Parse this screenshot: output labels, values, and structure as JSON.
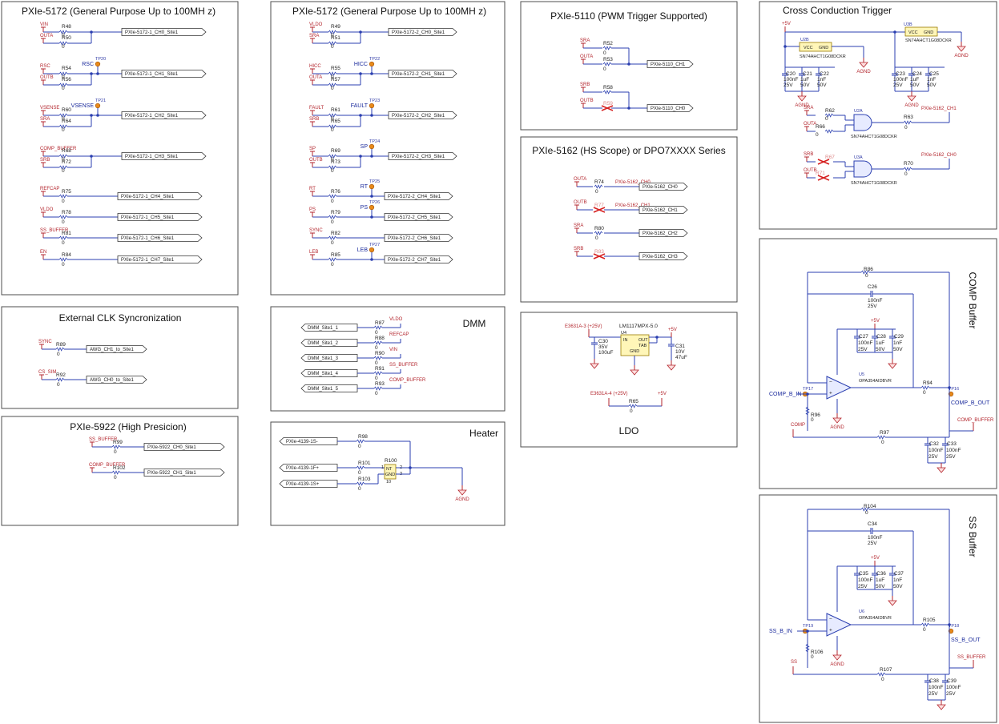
{
  "panels": {
    "p5172a": {
      "title": "PXIe-5172 (General Purpose Up to 100MH  z)"
    },
    "p5172b": {
      "title": "PXIe-5172 (General Purpose Up to 100MH  z)"
    },
    "p5110": {
      "title": "PXIe-5110 (PWM Trigger Supported)"
    },
    "p5162": {
      "title": "PXIe-5162 (HS Scope) or DPO7XXXX Series"
    },
    "ldo": {
      "title": "LDO"
    },
    "cross": {
      "title": "Cross Conduction Trigger"
    },
    "comp": {
      "title": "COMP Buffer"
    },
    "ss": {
      "title": "SS Buffer"
    },
    "extclk": {
      "title": "External CLK Syncronization"
    },
    "p5922": {
      "title": "PXIe-5922 (High Presicion)"
    },
    "dmm": {
      "title": "DMM"
    },
    "heater": {
      "title": "Heater"
    }
  },
  "p5172a": {
    "rows": [
      {
        "nets": [
          "VIN",
          "OUTA"
        ],
        "refs": [
          "R48",
          "R50"
        ],
        "tp": "",
        "port": "PXIe-5172-1_CH0_Site1"
      },
      {
        "nets": [
          "RSC",
          "OUTB"
        ],
        "refs": [
          "R54",
          "R56"
        ],
        "tp": "RSC",
        "tpref": "TP20",
        "port": "PXIe-5172-1_CH1_Site1"
      },
      {
        "nets": [
          "VSENSE",
          "SRA"
        ],
        "refs": [
          "R60",
          "R64"
        ],
        "tp": "VSENSE",
        "tpref": "TP21",
        "port": "PXIe-5172-1_CH2_Site1"
      },
      {
        "nets": [
          "COMP_BUFFER",
          "SRB"
        ],
        "refs": [
          "R68",
          "R72"
        ],
        "tp": "",
        "port": "PXIe-5172-1_CH3_Site1"
      }
    ],
    "singles": [
      {
        "net": "REFCAP",
        "ref": "R75",
        "port": "PXIe-5172-1_CH4_Site1"
      },
      {
        "net": "VLDO",
        "ref": "R78",
        "port": "PXIe-5172-1_CH5_Site1"
      },
      {
        "net": "SS_BUFFER",
        "ref": "R81",
        "port": "PXIe-5172-1_CH6_Site1"
      },
      {
        "net": "EN",
        "ref": "R84",
        "port": "PXIe-5172-1_CH7_Site1"
      }
    ]
  },
  "p5172b": {
    "rows": [
      {
        "nets": [
          "VLDO",
          "SRA"
        ],
        "refs": [
          "R49",
          "R51"
        ],
        "tp": "",
        "port": "PXIe-5172-2_CH0_Site1"
      },
      {
        "nets": [
          "HICC",
          "OUTA"
        ],
        "refs": [
          "R55",
          "R57"
        ],
        "tp": "HICC",
        "tpref": "TP22",
        "port": "PXIe-5172-2_CH1_Site1"
      },
      {
        "nets": [
          "FAULT",
          "SRB"
        ],
        "refs": [
          "R61",
          "R65"
        ],
        "tp": "FAULT",
        "tpref": "TP23",
        "port": "PXIe-5172-2_CH2_Site1"
      },
      {
        "nets": [
          "SP",
          "OUTB"
        ],
        "refs": [
          "R69",
          "R73"
        ],
        "tp": "SP",
        "tpref": "TP24",
        "port": "PXIe-5172-2_CH3_Site1"
      }
    ],
    "singles": [
      {
        "net": "RT",
        "ref": "R76",
        "tp": "RT",
        "tpref": "TP25",
        "port": "PXIe-5172-2_CH4_Site1"
      },
      {
        "net": "PS",
        "ref": "R79",
        "tp": "PS",
        "tpref": "TP26",
        "port": "PXIe-5172-2_CH5_Site1"
      },
      {
        "net": "SYNC",
        "ref": "R82",
        "tp": "",
        "port": "PXIe-5172-2_CH6_Site1"
      },
      {
        "net": "LEB",
        "ref": "R85",
        "tp": "LEB",
        "tpref": "TP27",
        "port": "PXIe-5172-2_CH7_Site1"
      }
    ]
  },
  "p5110": {
    "groups": [
      {
        "nets": [
          "SRA",
          "OUTA"
        ],
        "refs": [
          "R52",
          "R53"
        ],
        "port": "PXIe-5110_CH1",
        "dnp": false
      },
      {
        "nets": [
          "SRB",
          "OUTB"
        ],
        "refs": [
          "R58",
          "R59"
        ],
        "port": "PXIe-5110_CH0",
        "dnp": true
      }
    ]
  },
  "p5162": {
    "rows": [
      {
        "net": "OUTA",
        "ref": "R74",
        "label": "PXIe-5162_CH0",
        "port": "PXIe-5162_CH0",
        "dnp": false
      },
      {
        "net": "OUTB",
        "ref": "R77",
        "label": "PXIe-5162_CH1",
        "port": "PXIe-5162_CH1",
        "dnp": true
      },
      {
        "net": "SRA",
        "ref": "R80",
        "label": "",
        "port": "PXIe-5162_CH2",
        "dnp": false
      },
      {
        "net": "SRB",
        "ref": "R83",
        "label": "",
        "port": "PXIe-5162_CH3",
        "dnp": true
      }
    ]
  },
  "ldo": {
    "in_net": "E3631A-3 (+25V)",
    "ic_ref": "U4",
    "ic_name": "LM1117MPX-5.0",
    "pins": [
      "IN",
      "OUT",
      "TAB",
      "GND"
    ],
    "c_in": {
      "ref": "C30",
      "v": "35V",
      "val": "100uF"
    },
    "c_out": {
      "ref": "C31",
      "v": "10V",
      "val": "47uF"
    },
    "out_net": "+5V",
    "r_net": "E3631A-4 (+25V)",
    "r_ref": "R65",
    "r_val": "0",
    "r_out": "+5V"
  },
  "cross": {
    "ic_a": {
      "ref": "U2B",
      "name": "SN74AHCT1G08DCKR",
      "vcc": "VCC",
      "gnd": "GND"
    },
    "ic_b": {
      "ref": "U3B",
      "name": "SN74AHCT1G08DCKR",
      "vcc": "VCC",
      "gnd": "GND"
    },
    "caps_a": [
      {
        "ref": "C20",
        "val": "100nF",
        "v": "25V"
      },
      {
        "ref": "C21",
        "val": "1uF",
        "v": "50V"
      },
      {
        "ref": "C22",
        "val": "1nF",
        "v": "50V"
      }
    ],
    "caps_b": [
      {
        "ref": "C23",
        "val": "100nF",
        "v": "25V"
      },
      {
        "ref": "C24",
        "val": "1uF",
        "v": "50V"
      },
      {
        "ref": "C25",
        "val": "1nF",
        "v": "50V"
      }
    ],
    "gate_a": {
      "ref": "U2A",
      "name": "SN74AHCT1G08DCKR",
      "in_nets": [
        "SRA",
        "OUTA"
      ],
      "refs": [
        "R62",
        "R66"
      ],
      "out_ref": "R63",
      "out_net": "PXIe-5162_CH1"
    },
    "gate_b": {
      "ref": "U3A",
      "name": "SN74AHCT1G08DCKR",
      "in_nets": [
        "SRB",
        "OUTB"
      ],
      "refs": [
        "R67",
        "R71"
      ],
      "out_ref": "R70",
      "out_net": "PXIe-5162_CH0"
    },
    "pwr": "+5V",
    "agnd": "AGND"
  },
  "comp": {
    "r_fb": {
      "ref": "R86",
      "val": "0"
    },
    "c_fb": {
      "ref": "C26",
      "val": "100nF",
      "v": "25V"
    },
    "caps": [
      {
        "ref": "C27",
        "val": "100nF",
        "v": "25V"
      },
      {
        "ref": "C28",
        "val": "1uF",
        "v": "50V"
      },
      {
        "ref": "C29",
        "val": "1nF",
        "v": "50V"
      }
    ],
    "opamp": {
      "ref": "U5",
      "name": "OPA354AIDBVR"
    },
    "r_out": {
      "ref": "R94",
      "val": "0"
    },
    "r_in": {
      "ref": "R96",
      "val": "0"
    },
    "r_b": {
      "ref": "R97",
      "val": "0"
    },
    "tp_in": "TP17",
    "tp_out": "TP16",
    "in_net": "COMP_B_IN",
    "out_net": "COMP_B_OUT",
    "buf_net": "COMP_BUFFER",
    "comp_net": "COMP",
    "out_caps": [
      {
        "ref": "C32",
        "val": "100nF",
        "v": "25V"
      },
      {
        "ref": "C33",
        "val": "100nF",
        "v": "25V"
      }
    ],
    "pwr": "+5V",
    "agnd": "AGND"
  },
  "ss": {
    "r_fb": {
      "ref": "R104",
      "val": "0"
    },
    "c_fb": {
      "ref": "C34",
      "val": "100nF",
      "v": "25V"
    },
    "caps": [
      {
        "ref": "C35",
        "val": "100nF",
        "v": "25V"
      },
      {
        "ref": "C36",
        "val": "1uF",
        "v": "50V"
      },
      {
        "ref": "C37",
        "val": "1nF",
        "v": "50V"
      }
    ],
    "opamp": {
      "ref": "U6",
      "name": "OPA354AIDBVR"
    },
    "r_out": {
      "ref": "R105",
      "val": "0"
    },
    "r_in": {
      "ref": "R106",
      "val": "0"
    },
    "r_b": {
      "ref": "R107",
      "val": "0"
    },
    "tp_in": "TP19",
    "tp_out": "TP18",
    "in_net": "SS_B_IN",
    "out_net": "SS_B_OUT",
    "buf_net": "SS_BUFFER",
    "ss_net": "SS",
    "out_caps": [
      {
        "ref": "C38",
        "val": "100nF",
        "v": "25V"
      },
      {
        "ref": "C39",
        "val": "100nF",
        "v": "25V"
      }
    ],
    "pwr": "+5V",
    "agnd": "AGND"
  },
  "extclk": {
    "rows": [
      {
        "net": "SYNC",
        "ref": "R89",
        "port": "AWG_CH1_to_Site1"
      },
      {
        "net": "CS_SIM",
        "ref": "R92",
        "port": "AWG_CH0_to_Site1"
      }
    ]
  },
  "p5922": {
    "rows": [
      {
        "net": "SS_BUFFER",
        "ref": "R99",
        "port": "PXIe-5922_CH0_Site1"
      },
      {
        "net": "COMP_BUFFER",
        "ref": "R102",
        "port": "PXIe-5922_CH1_Site1"
      }
    ]
  },
  "dmm": {
    "rows": [
      {
        "port": "DMM_Site1_1",
        "ref": "R87",
        "net": "VLDO"
      },
      {
        "port": "DMM_Site1_2",
        "ref": "R88",
        "net": "REFCAP"
      },
      {
        "port": "DMM_Site1_3",
        "ref": "R90",
        "net": "VIN"
      },
      {
        "port": "DMM_Site1_4",
        "ref": "R91",
        "net": "SS_BUFFER"
      },
      {
        "port": "DMM_Site1_5",
        "ref": "R93",
        "net": "COMP_BUFFER"
      }
    ]
  },
  "heater": {
    "ports": [
      "PXIe-4139-1S-",
      "PXIe-4139-1F+",
      "PXIe-4139-1S+"
    ],
    "refs": [
      "R98",
      "R101",
      "R103"
    ],
    "heater_ref": "R100",
    "heater_pins": [
      "1",
      "2",
      "3"
    ],
    "heater_labels": [
      "NT",
      "GND",
      "10"
    ],
    "agnd": "AGND"
  },
  "common": {
    "zero": "0"
  }
}
